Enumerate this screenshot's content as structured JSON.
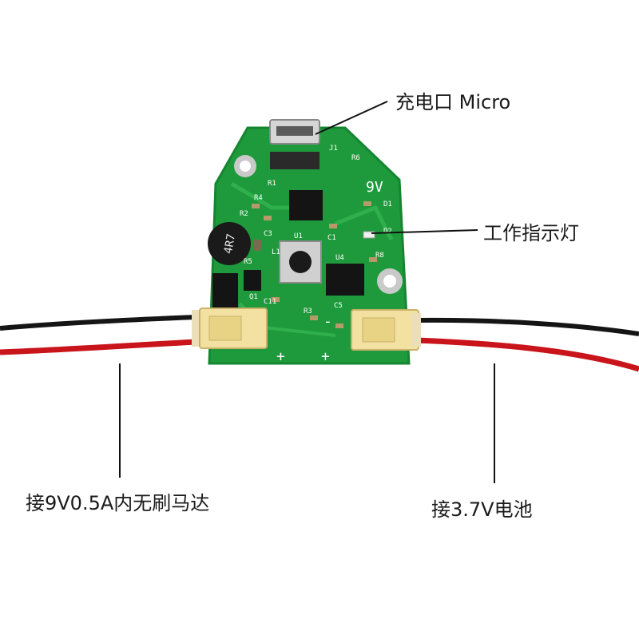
{
  "labels": {
    "charging_port": "充电口 Micro",
    "indicator_led": "工作指示灯",
    "motor_output": "接9V0.5A内无刷马达",
    "battery_input": "接3.7V电池"
  },
  "board": {
    "voltage_marking": "9V",
    "inductor_marking": "4R7",
    "silkscreen": [
      "U1",
      "R1",
      "R4",
      "C3",
      "C11",
      "C1",
      "L1",
      "U4",
      "J1",
      "R3",
      "Q1",
      "D1",
      "D2",
      "R6",
      "R8",
      "R2",
      "R5",
      "C5"
    ],
    "polarity_left": "+",
    "polarity_right": "+",
    "polarity_minus": "-"
  },
  "colors": {
    "pcb_green": "#1e9a3c",
    "pcb_edge": "#168531",
    "wire_red": "#c8141a",
    "wire_black": "#151515",
    "connector": "#f2e1a0",
    "background": "#ffffff"
  }
}
